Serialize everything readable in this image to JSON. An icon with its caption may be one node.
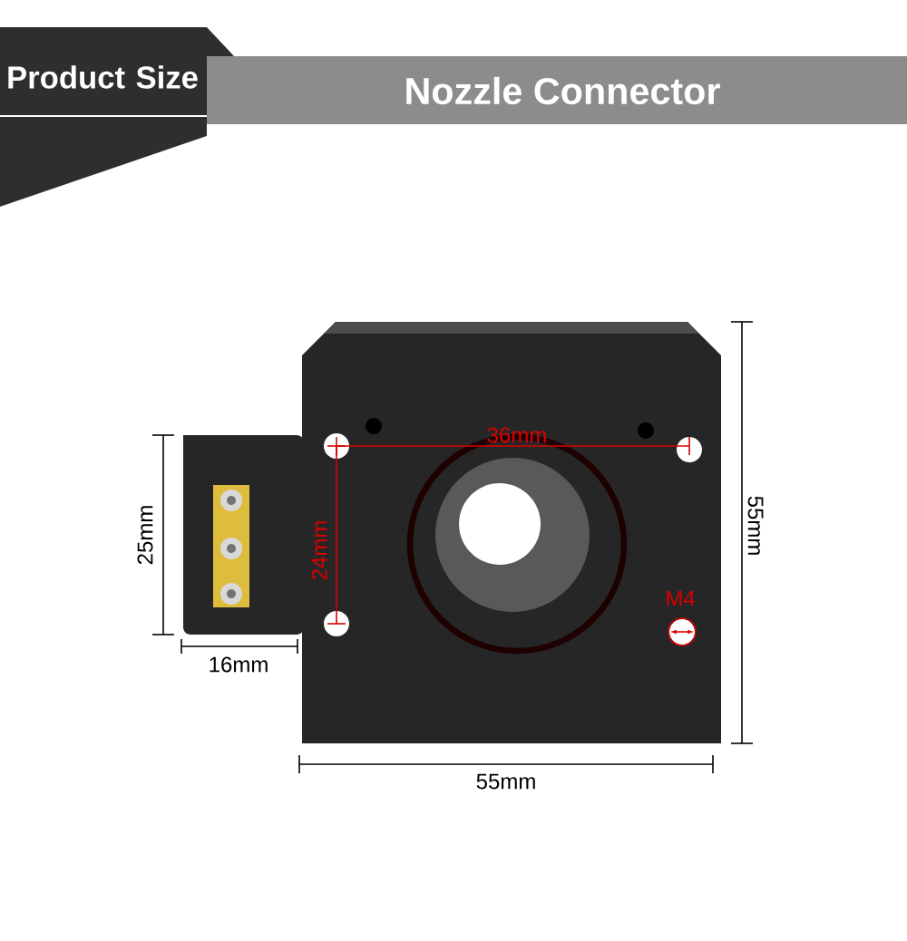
{
  "diagram": {
    "title": "Nozzle Connector",
    "labels": [
      "Product Size",
      "36mm",
      "25mm",
      "55mm",
      "24mm",
      "M4",
      "16mm",
      "55mm"
    ]
  }
}
